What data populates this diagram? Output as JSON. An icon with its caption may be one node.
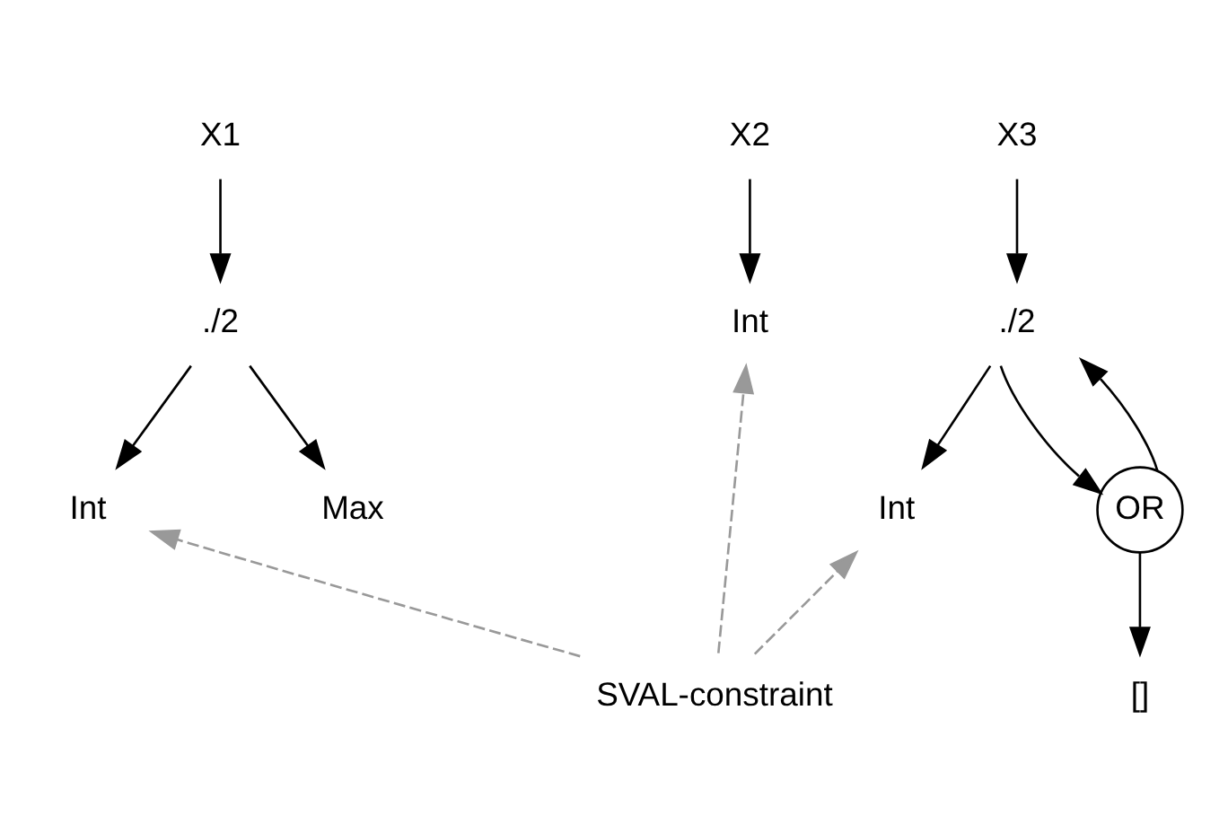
{
  "diagram": {
    "nodes": [
      {
        "text": [
          "X1"
        ]
      },
      {
        "text": [
          "./2"
        ]
      },
      {
        "text": [
          "Int"
        ]
      },
      {
        "text": [
          "Max"
        ]
      },
      {
        "text": [
          "X2"
        ]
      },
      {
        "text": [
          "Int"
        ]
      },
      {
        "text": [
          "X3"
        ]
      },
      {
        "text": [
          "./2"
        ]
      },
      {
        "text": [
          "Int"
        ]
      },
      {
        "text": [
          "OR"
        ]
      },
      {
        "text": [
          "[]"
        ]
      },
      {
        "text": [
          "SVAL-constraint"
        ]
      }
    ],
    "edges": [
      {
        "from": 0,
        "to": 1,
        "arrow": "to"
      },
      {
        "from": 1,
        "to": 2,
        "arrow": "to"
      },
      {
        "from": 1,
        "to": 3,
        "arrow": "to"
      },
      {
        "from": 4,
        "to": 5,
        "arrow": "to"
      },
      {
        "from": 6,
        "to": 7,
        "arrow": "to"
      },
      {
        "from": 7,
        "to": 8,
        "arrow": "to"
      },
      {
        "from": 7,
        "to": 9,
        "arrow": "to"
      },
      {
        "from": 9,
        "to": 10,
        "arrow": "to"
      },
      {
        "from": 9,
        "to": 7,
        "arrow": "to"
      },
      {
        "from": 11,
        "to": 2,
        "arrow": "to",
        "style": "dashed",
        "color": "#999999"
      },
      {
        "from": 11,
        "to": 5,
        "arrow": "to",
        "style": "dashed",
        "color": "#999999"
      },
      {
        "from": 11,
        "to": 8,
        "arrow": "to",
        "style": "dashed",
        "color": "#999999"
      }
    ]
  }
}
